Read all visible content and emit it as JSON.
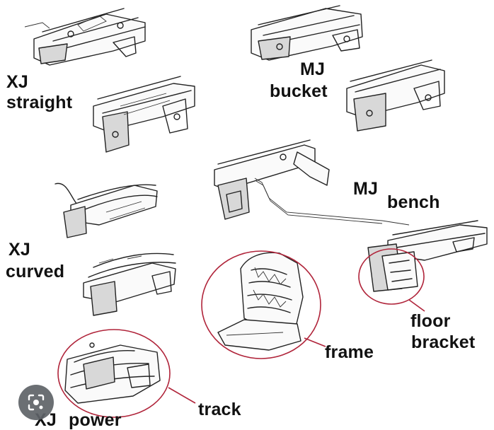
{
  "labels": {
    "xj": "XJ",
    "straight": "straight",
    "mj": "MJ",
    "bucket": "bucket",
    "mj_bench": "MJ",
    "bench": "bench",
    "xj_curved": "XJ",
    "curved": "curved",
    "frame": "frame",
    "floor": "floor",
    "bracket": "bracket",
    "track": "track",
    "xj_power": "XJ",
    "power": "power"
  },
  "icons": {
    "lens_button": "image-search-icon"
  },
  "colors": {
    "callout": "#b0243a",
    "lens_button": "#5f6368"
  }
}
